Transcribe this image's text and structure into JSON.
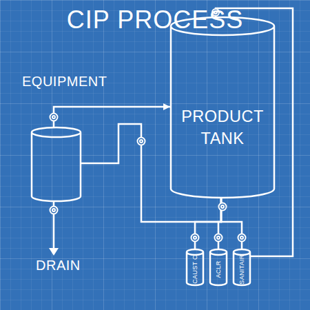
{
  "diagram": {
    "title": "CIP PROCESS",
    "nodes": [
      {
        "text": [
          "PRODUCT TANK"
        ]
      },
      {
        "text": [
          "EQUIPMENT"
        ]
      },
      {
        "text": [
          "CAUST C"
        ]
      },
      {
        "text": [
          "ACLR"
        ]
      },
      {
        "text": [
          "SANITAIR"
        ]
      }
    ],
    "edges": [
      {
        "from": 1,
        "to": 0,
        "arrow": "to"
      },
      {
        "from": 1,
        "to": 0,
        "arrow": "none"
      },
      {
        "from": 2,
        "to": 0,
        "arrow": "none"
      },
      {
        "from": 3,
        "to": 0,
        "arrow": "none"
      },
      {
        "from": 4,
        "to": 0,
        "arrow": "none"
      },
      {
        "from": 0,
        "to": 4,
        "arrow": "none"
      }
    ],
    "labels": [
      "DRAIN"
    ]
  }
}
